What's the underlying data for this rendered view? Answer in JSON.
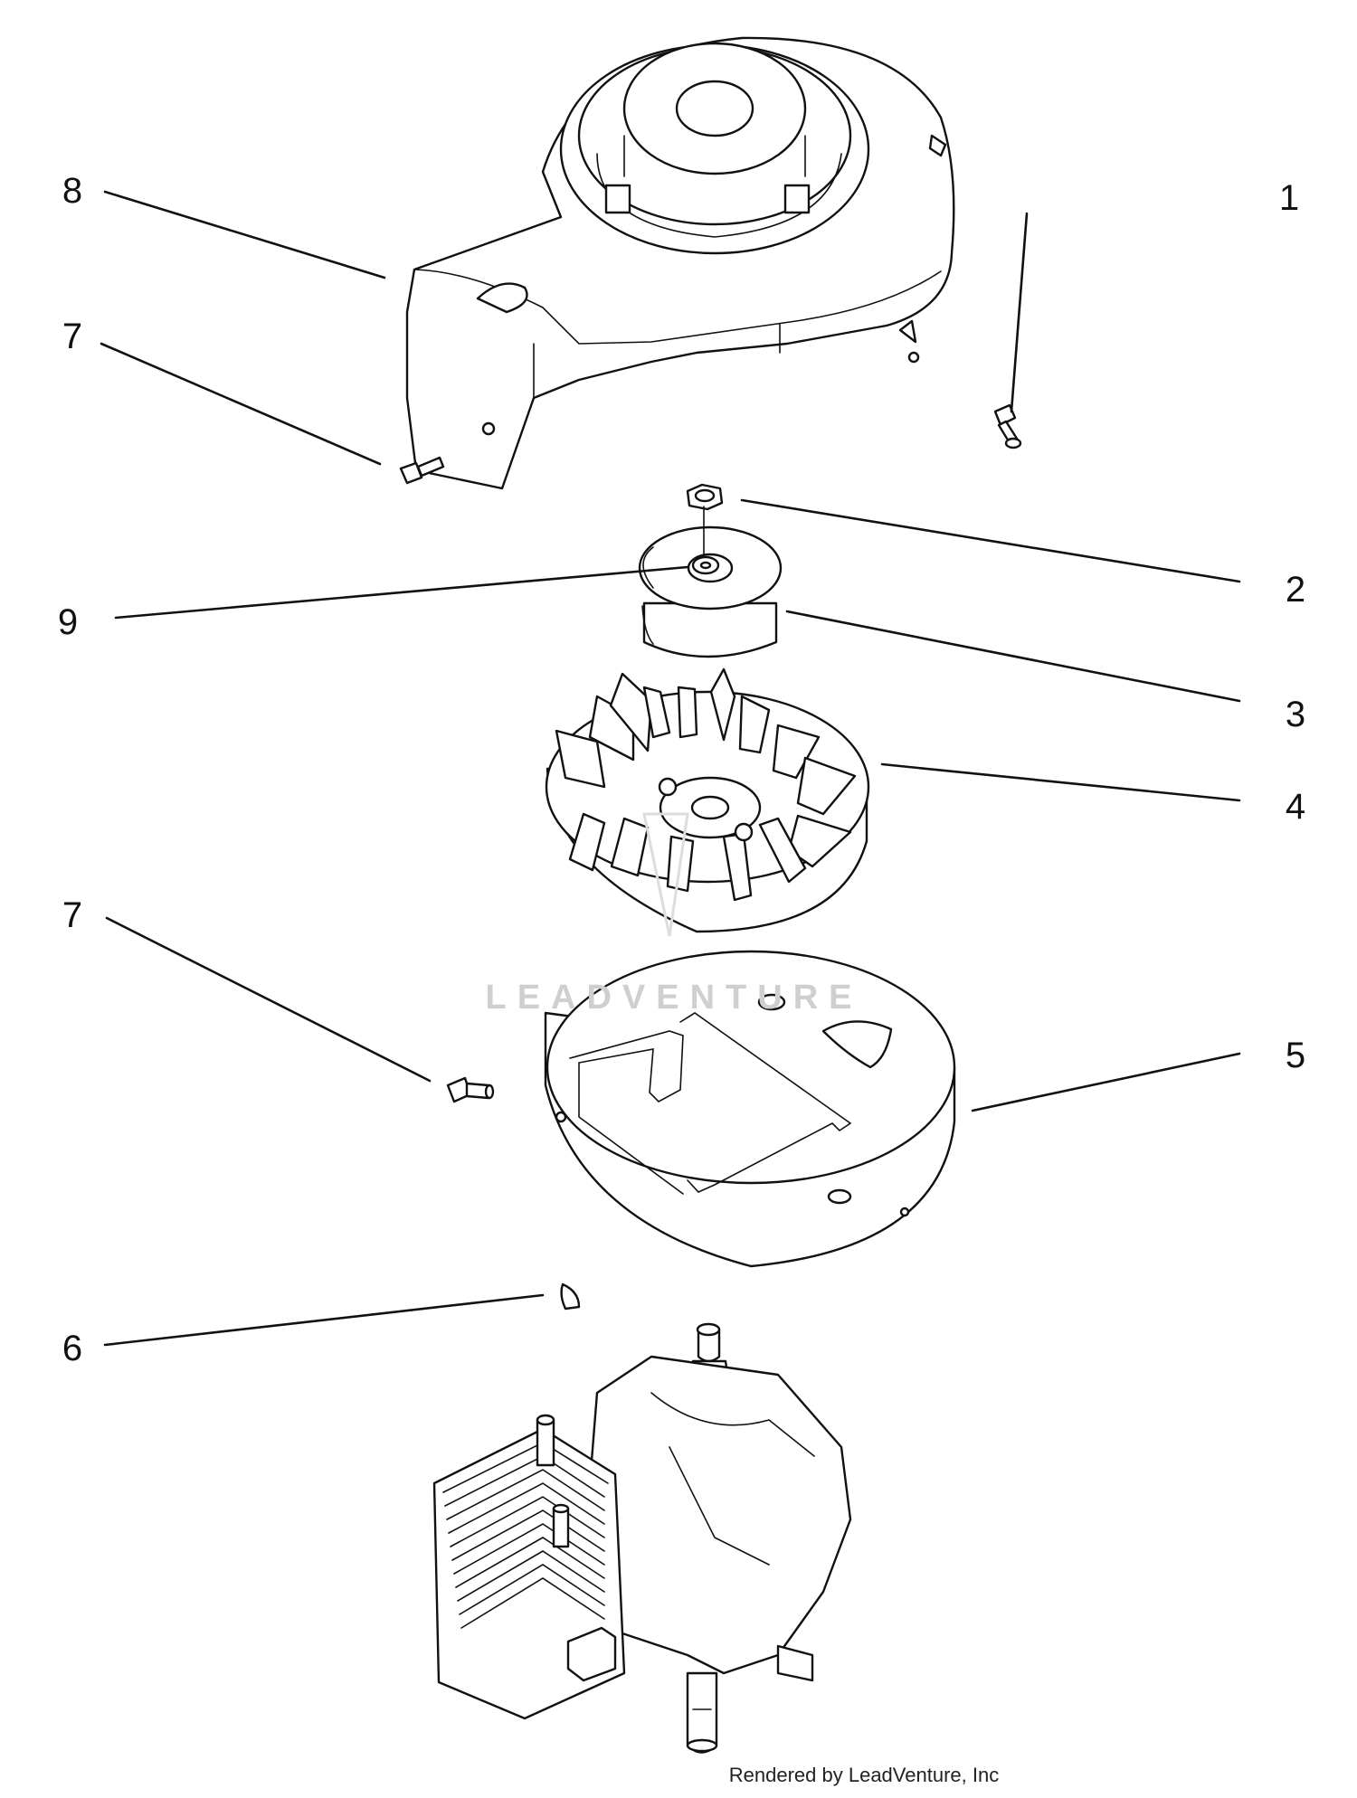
{
  "callouts": {
    "c1": "1",
    "c2": "2",
    "c3": "3",
    "c4": "4",
    "c5": "5",
    "c6": "6",
    "c7a": "7",
    "c7b": "7",
    "c8": "8",
    "c9": "9"
  },
  "watermark": "LEADVENTURE",
  "footer": "Rendered by LeadVenture, Inc"
}
